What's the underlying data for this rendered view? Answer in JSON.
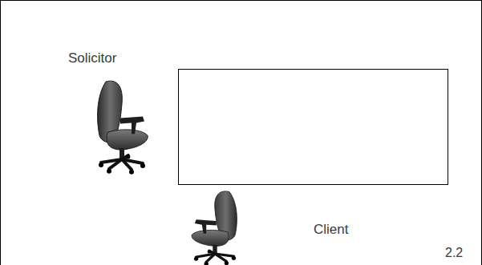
{
  "diagram": {
    "labels": [
      "Solicitor",
      "Client",
      "2.2"
    ]
  }
}
